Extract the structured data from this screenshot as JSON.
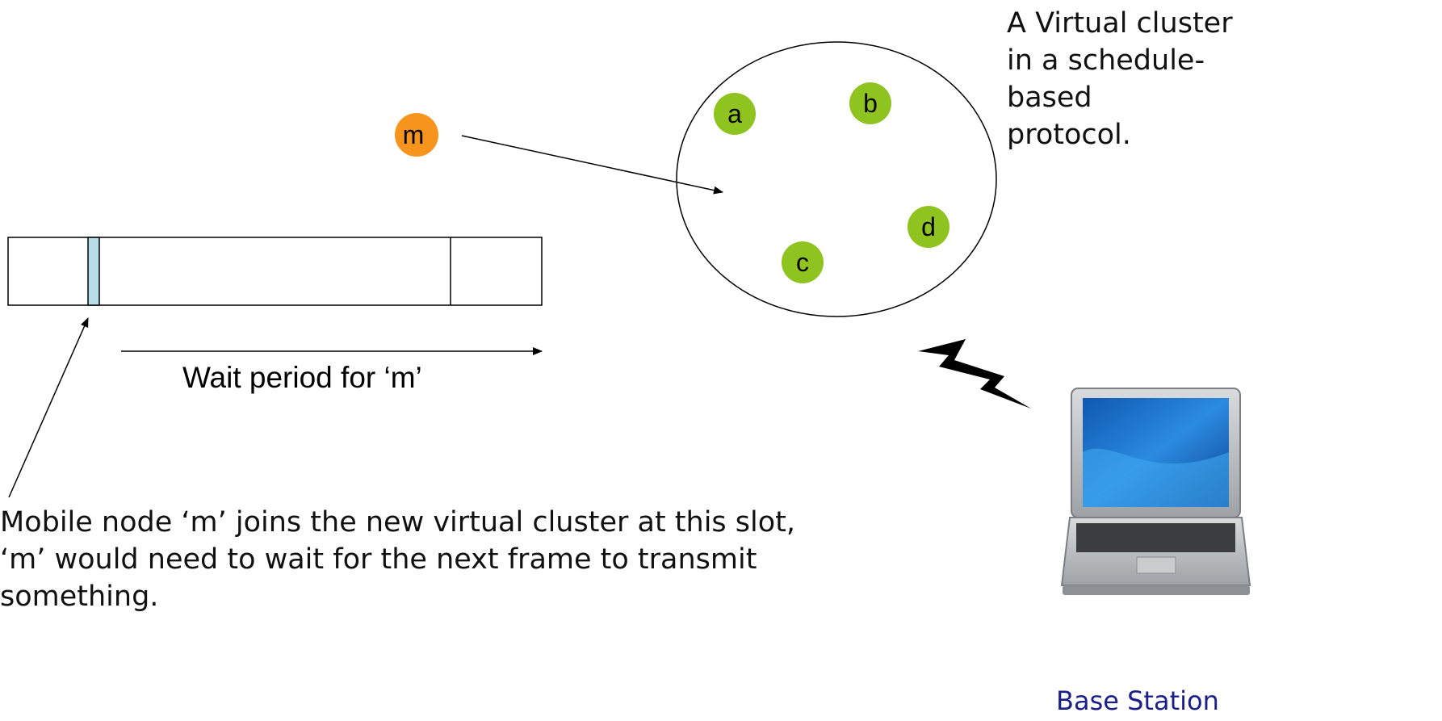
{
  "cluster": {
    "caption_lines": [
      "A Virtual cluster",
      "in a schedule-",
      "based",
      "protocol."
    ],
    "nodes": [
      {
        "label": "a",
        "color": "#8fc31f"
      },
      {
        "label": "b",
        "color": "#8fc31f"
      },
      {
        "label": "c",
        "color": "#8fc31f"
      },
      {
        "label": "d",
        "color": "#8fc31f"
      }
    ]
  },
  "mobile_node": {
    "label": "m",
    "color": "#f7941d"
  },
  "frame": {
    "slot_color": "#b7dde8",
    "wait_label": "Wait period for ‘m’"
  },
  "bottom_caption_lines": [
    "Mobile node ‘m’ joins the new virtual cluster at this slot,",
    "‘m’ would need to wait for the next frame to transmit",
    "something."
  ],
  "base_station": {
    "label": "Base Station",
    "label_color": "#1b1f8a",
    "icon": "laptop-icon",
    "link_icon": "lightning-bolt-icon"
  }
}
